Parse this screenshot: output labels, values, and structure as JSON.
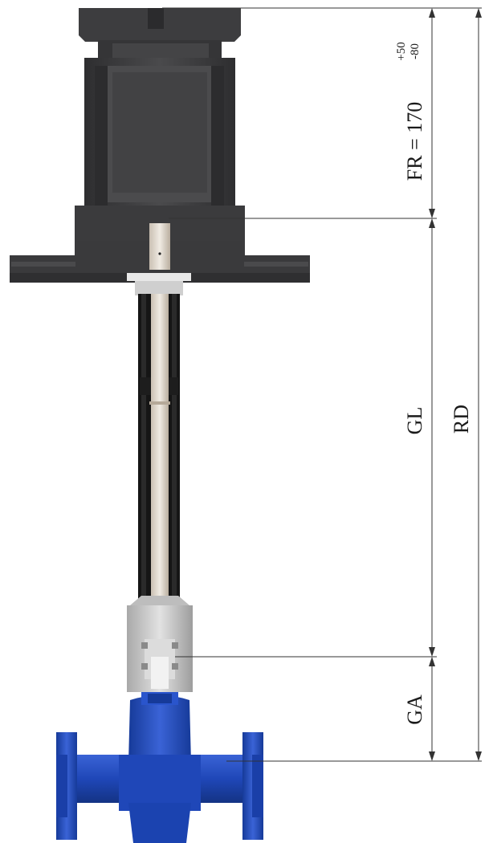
{
  "dimensions": {
    "fr_label": "FR = 170",
    "fr_tol_upper": "+50",
    "fr_tol_lower": "-80",
    "gl_label": "GL",
    "rd_label": "RD",
    "ga_label": "GA"
  },
  "colors": {
    "box_dark": "#3b3b3d",
    "box_mid": "#4a4a4c",
    "box_light": "#5a5a5c",
    "rod_black": "#111111",
    "spindle": "#e0d8cc",
    "bonnet_grey": "#c8c8c8",
    "valve_blue": "#1f47b8",
    "valve_blue_dark": "#163a99",
    "valve_blue_light": "#3a63d6",
    "dim_line": "#333333"
  }
}
